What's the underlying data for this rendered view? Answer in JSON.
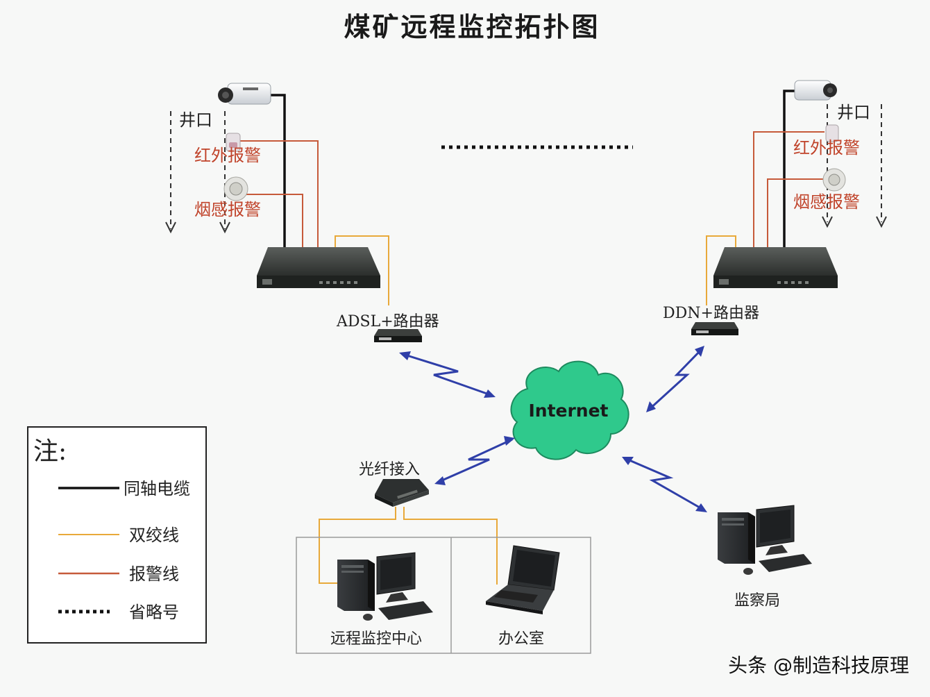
{
  "title": "煤矿远程监控拓扑图",
  "site_left": {
    "shaft_label": "井口",
    "infrared_label": "红外报警",
    "smoke_label": "烟感报警",
    "router_label": "ADSL+路由器"
  },
  "site_right": {
    "shaft_label": "井口",
    "infrared_label": "红外报警",
    "smoke_label": "烟感报警",
    "router_label": "DDN+路由器"
  },
  "cloud_label": "Internet",
  "fiber_label": "光纤接入",
  "monitor_center_label": "远程监控中心",
  "office_label": "办公室",
  "supervision_label": "监察局",
  "legend": {
    "title": "注:",
    "items": [
      {
        "label": "同轴电缆",
        "style": "solid-black"
      },
      {
        "label": "双绞线",
        "style": "solid-orange"
      },
      {
        "label": "报警线",
        "style": "solid-red"
      },
      {
        "label": "省略号",
        "style": "dotted-black"
      }
    ]
  },
  "watermark": "头条 @制造科技原理",
  "colors": {
    "coax": "#111111",
    "twisted_pair": "#e8a93a",
    "alarm_line": "#c65a3a",
    "cloud": "#2fc98c",
    "link": "#2f3fa8"
  }
}
